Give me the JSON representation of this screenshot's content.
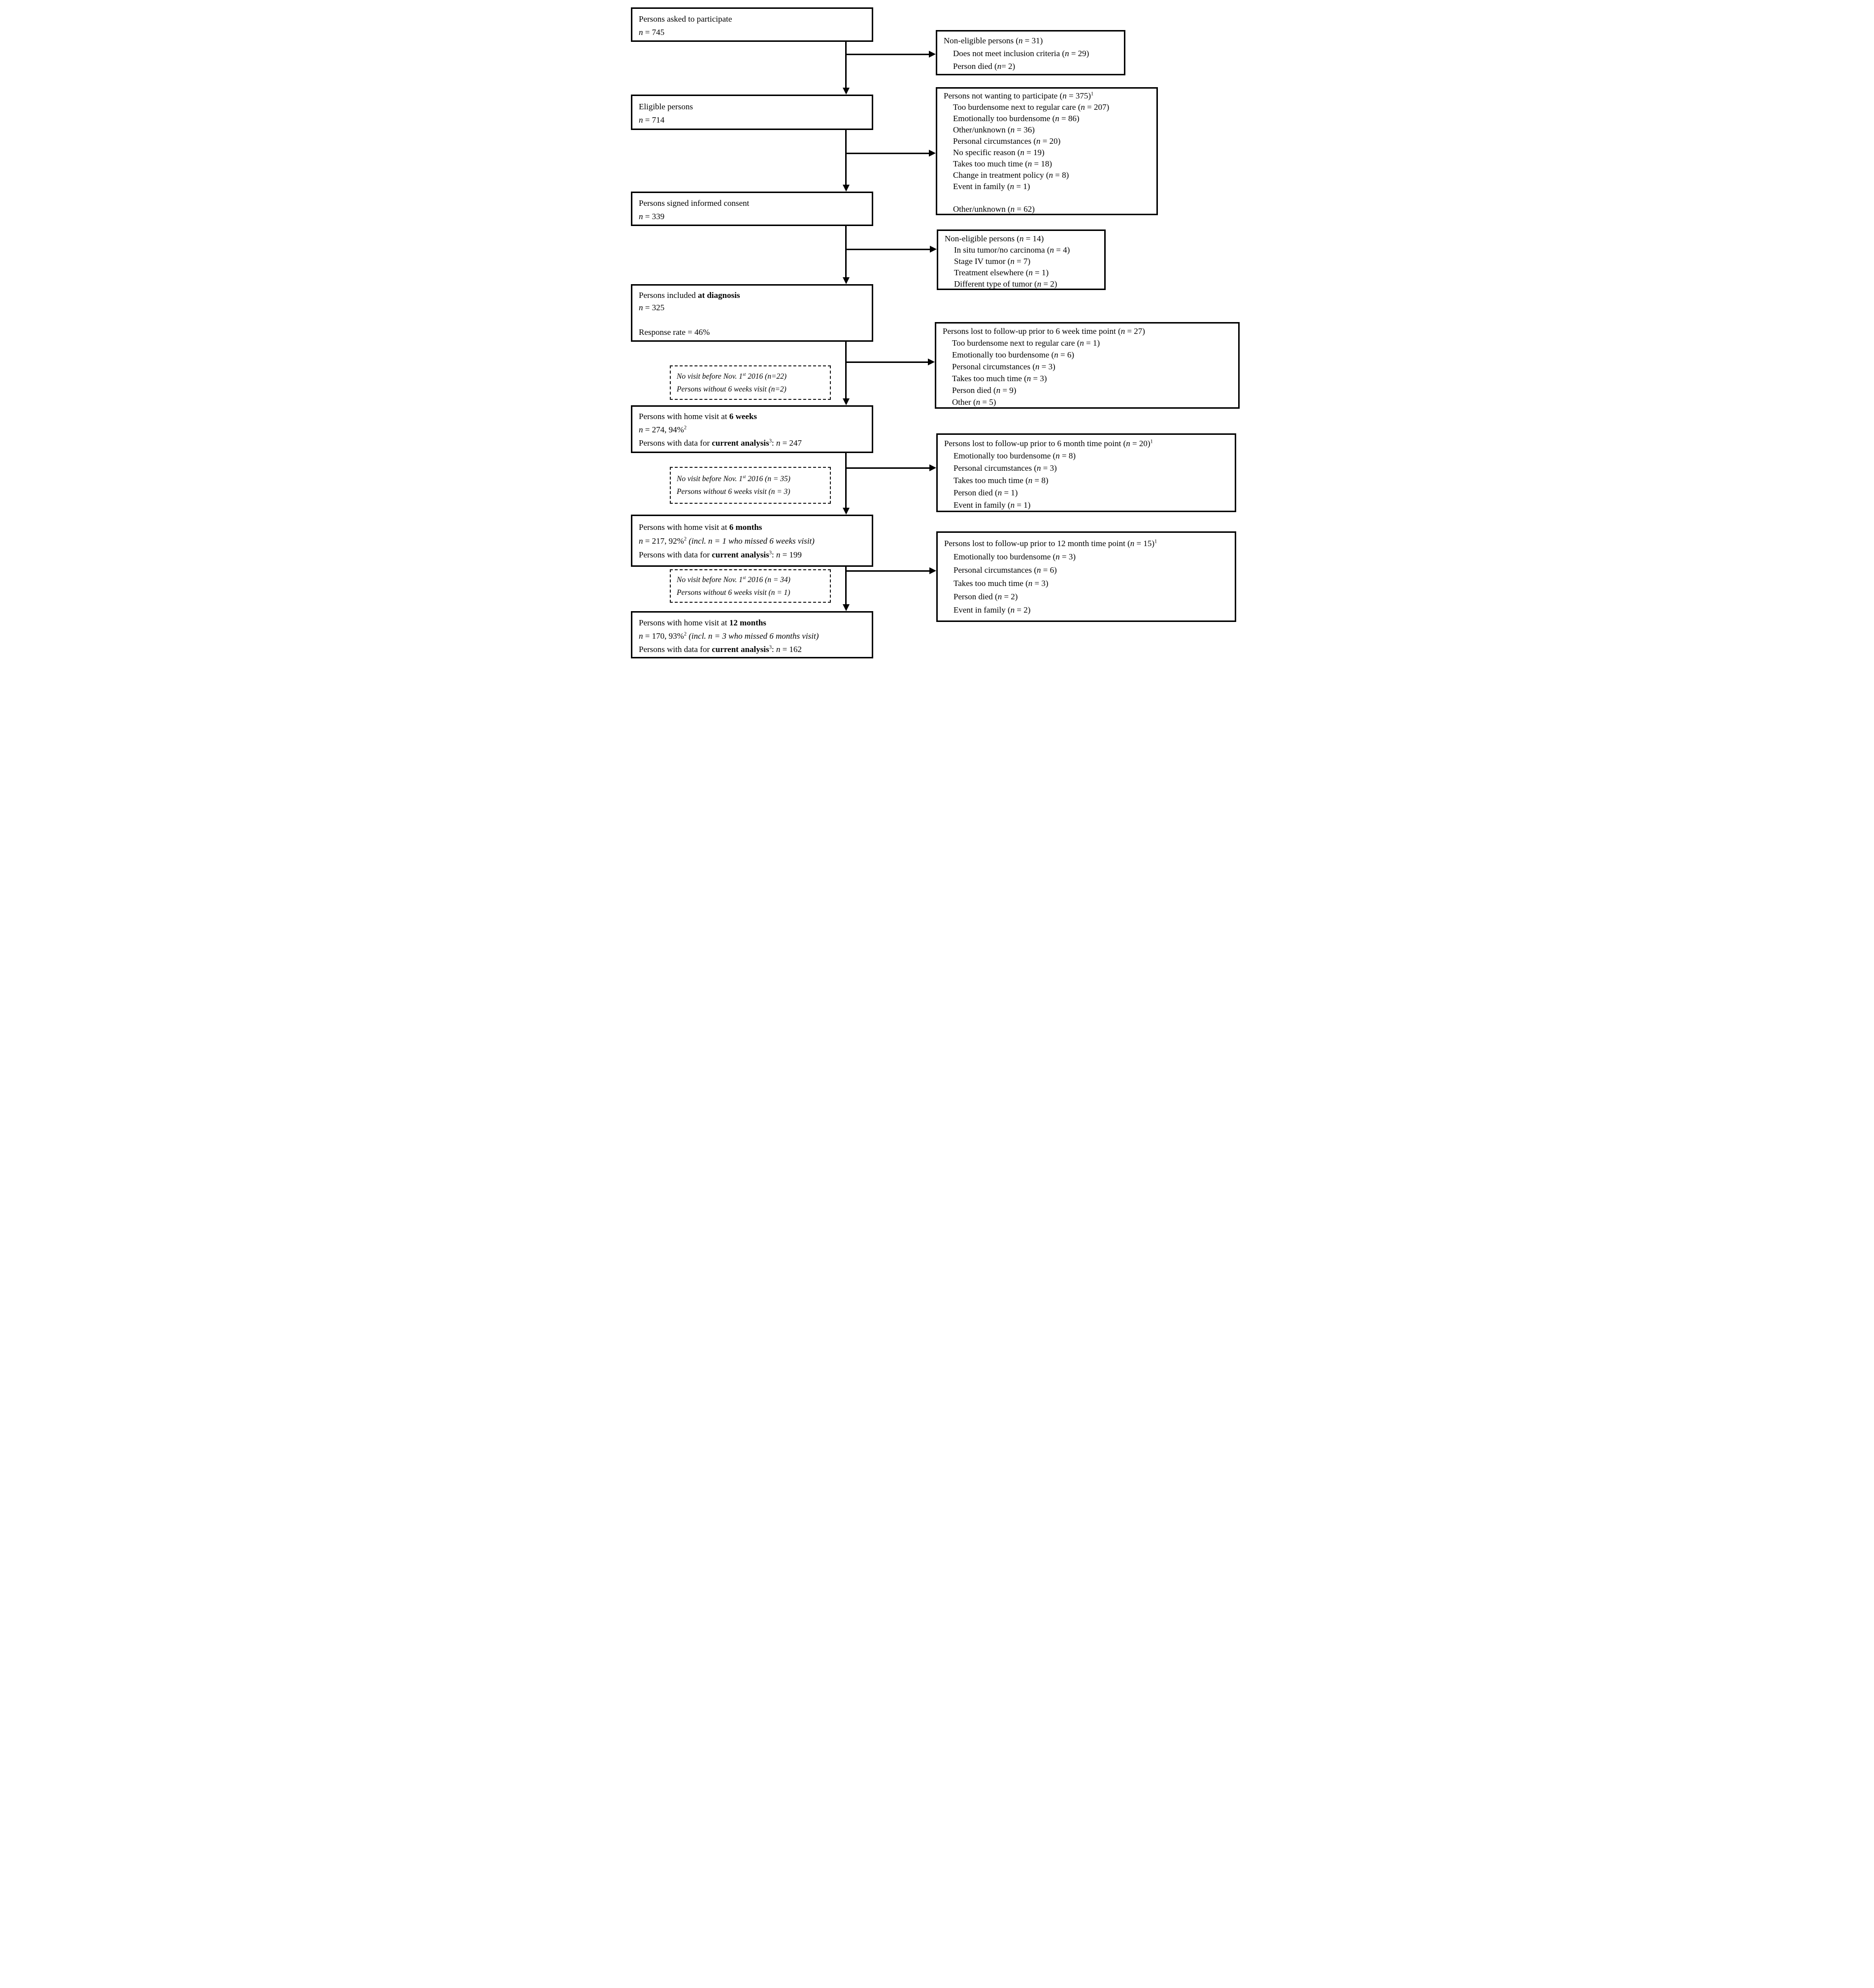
{
  "figure": {
    "type": "participant-flow-diagram",
    "colors": {
      "background": "#ffffff",
      "box_border": "#000000",
      "text": "#000000",
      "note_border": "#1a1a1a"
    }
  },
  "boxes": {
    "asked": {
      "lines": [
        [
          {
            "t": "Persons asked to participate"
          }
        ],
        [
          {
            "t": "n",
            "i": 1
          },
          {
            "t": " = 745"
          }
        ]
      ]
    },
    "eligible": {
      "lines": [
        [
          {
            "t": "Eligible persons"
          }
        ],
        [
          {
            "t": "n",
            "i": 1
          },
          {
            "t": " = 714"
          }
        ]
      ]
    },
    "consent": {
      "lines": [
        [
          {
            "t": "Persons signed informed consent"
          }
        ],
        [
          {
            "t": "n",
            "i": 1
          },
          {
            "t": " = 339"
          }
        ]
      ]
    },
    "diagnosis": {
      "lines": [
        [
          {
            "t": "Persons included "
          },
          {
            "t": "at diagnosis",
            "b": 1
          }
        ],
        [
          {
            "t": "n",
            "i": 1
          },
          {
            "t": " = 325"
          }
        ],
        [],
        [
          {
            "t": "Response rate = 46%"
          }
        ]
      ]
    },
    "visit6w": {
      "lines": [
        [
          {
            "t": "Persons with home visit at "
          },
          {
            "t": "6 weeks",
            "b": 1
          }
        ],
        [
          {
            "t": "n",
            "i": 1
          },
          {
            "t": " = 274, 94%"
          },
          {
            "t": "2",
            "sup": 1
          }
        ],
        [
          {
            "t": "Persons with data for "
          },
          {
            "t": "current analysis",
            "b": 1
          },
          {
            "t": "3",
            "sup": 1
          },
          {
            "t": ": "
          },
          {
            "t": "n",
            "i": 1
          },
          {
            "t": " = 247"
          }
        ]
      ]
    },
    "visit6m": {
      "lines": [
        [
          {
            "t": "Persons with home visit at "
          },
          {
            "t": "6 months",
            "b": 1
          }
        ],
        [
          {
            "t": "n",
            "i": 1
          },
          {
            "t": " = 217, 92%"
          },
          {
            "t": "2",
            "sup": 1
          },
          {
            "t": " "
          },
          {
            "t": "(incl. ",
            "i": 1
          },
          {
            "t": "n",
            "i": 1
          },
          {
            "t": " = 1 who missed 6 weeks visit)",
            "i": 1
          }
        ],
        [
          {
            "t": "Persons with data for "
          },
          {
            "t": "current analysis",
            "b": 1
          },
          {
            "t": "3",
            "sup": 1
          },
          {
            "t": ": "
          },
          {
            "t": "n",
            "i": 1
          },
          {
            "t": " = 199"
          }
        ]
      ]
    },
    "visit12m": {
      "lines": [
        [
          {
            "t": "Persons with home visit at "
          },
          {
            "t": "12 months",
            "b": 1
          }
        ],
        [
          {
            "t": "n",
            "i": 1
          },
          {
            "t": " = 170, 93%"
          },
          {
            "t": "2",
            "sup": 1
          },
          {
            "t": " "
          },
          {
            "t": "(incl. ",
            "i": 1
          },
          {
            "t": "n",
            "i": 1
          },
          {
            "t": " = 3 who missed 6 months visit)",
            "i": 1
          }
        ],
        [
          {
            "t": "Persons with data for "
          },
          {
            "t": "current analysis",
            "b": 1
          },
          {
            "t": "3",
            "sup": 1
          },
          {
            "t": ": "
          },
          {
            "t": "n",
            "i": 1
          },
          {
            "t": " = 162"
          }
        ]
      ]
    },
    "note6w": {
      "lines": [
        [
          {
            "t": "No visit before Nov. 1"
          },
          {
            "t": "st",
            "sup": 1
          },
          {
            "t": " 2016 ("
          },
          {
            "t": "n"
          },
          {
            "t": "=22)"
          }
        ],
        [
          {
            "t": "Persons without 6 weeks visit ("
          },
          {
            "t": "n"
          },
          {
            "t": "=2)"
          }
        ]
      ]
    },
    "note6m": {
      "lines": [
        [
          {
            "t": "No visit before Nov. 1"
          },
          {
            "t": "st",
            "sup": 1
          },
          {
            "t": " 2016 ("
          },
          {
            "t": "n"
          },
          {
            "t": " = 35)"
          }
        ],
        [
          {
            "t": "Persons without 6 weeks visit ("
          },
          {
            "t": "n"
          },
          {
            "t": " = 3)"
          }
        ]
      ]
    },
    "note12m": {
      "lines": [
        [
          {
            "t": "No visit before Nov. 1"
          },
          {
            "t": "st",
            "sup": 1
          },
          {
            "t": " 2016 ("
          },
          {
            "t": "n"
          },
          {
            "t": " = 34)"
          }
        ],
        [
          {
            "t": "Persons without 6 weeks visit ("
          },
          {
            "t": "n"
          },
          {
            "t": " = 1)"
          }
        ]
      ]
    },
    "excl31": {
      "lines": [
        [
          {
            "t": "Non-eligible persons ("
          },
          {
            "t": "n",
            "i": 1
          },
          {
            "t": " = 31)"
          }
        ],
        {
          "ind": 1,
          "segs": [
            {
              "t": "Does not meet inclusion criteria ("
            },
            {
              "t": "n",
              "i": 1
            },
            {
              "t": " = 29)"
            }
          ]
        },
        {
          "ind": 1,
          "segs": [
            {
              "t": "Person died ("
            },
            {
              "t": "n",
              "i": 1
            },
            {
              "t": "= 2)"
            }
          ]
        }
      ]
    },
    "excl375": {
      "lines": [
        [
          {
            "t": "Persons not wanting to participate ("
          },
          {
            "t": "n",
            "i": 1
          },
          {
            "t": " = 375)"
          },
          {
            "t": "1",
            "sup": 1
          }
        ],
        {
          "ind": 1,
          "segs": [
            {
              "t": "Too burdensome next to regular care ("
            },
            {
              "t": "n",
              "i": 1
            },
            {
              "t": " = 207)"
            }
          ]
        },
        {
          "ind": 1,
          "segs": [
            {
              "t": "Emotionally too burdensome ("
            },
            {
              "t": "n",
              "i": 1
            },
            {
              "t": " = 86)"
            }
          ]
        },
        {
          "ind": 1,
          "segs": [
            {
              "t": "Other/unknown ("
            },
            {
              "t": "n",
              "i": 1
            },
            {
              "t": " = 36)"
            }
          ]
        },
        {
          "ind": 1,
          "segs": [
            {
              "t": "Personal circumstances ("
            },
            {
              "t": "n",
              "i": 1
            },
            {
              "t": " = 20)"
            }
          ]
        },
        {
          "ind": 1,
          "segs": [
            {
              "t": "No specific reason ("
            },
            {
              "t": "n",
              "i": 1
            },
            {
              "t": " = 19)"
            }
          ]
        },
        {
          "ind": 1,
          "segs": [
            {
              "t": "Takes too much time ("
            },
            {
              "t": "n",
              "i": 1
            },
            {
              "t": " = 18)"
            }
          ]
        },
        {
          "ind": 1,
          "segs": [
            {
              "t": "Change in treatment policy ("
            },
            {
              "t": "n",
              "i": 1
            },
            {
              "t": " = 8)"
            }
          ]
        },
        {
          "ind": 1,
          "segs": [
            {
              "t": "Event in family ("
            },
            {
              "t": "n",
              "i": 1
            },
            {
              "t": " = 1)"
            }
          ]
        },
        [],
        {
          "ind": 1,
          "segs": [
            {
              "t": "Other/unknown ("
            },
            {
              "t": "n",
              "i": 1
            },
            {
              "t": " = 62)"
            }
          ]
        }
      ]
    },
    "excl14": {
      "lines": [
        [
          {
            "t": "Non-eligible persons ("
          },
          {
            "t": "n",
            "i": 1
          },
          {
            "t": " = 14)"
          }
        ],
        {
          "ind": 1,
          "segs": [
            {
              "t": "In situ tumor/no carcinoma ("
            },
            {
              "t": "n",
              "i": 1
            },
            {
              "t": " = 4)"
            }
          ]
        },
        {
          "ind": 1,
          "segs": [
            {
              "t": "Stage IV tumor ("
            },
            {
              "t": "n",
              "i": 1
            },
            {
              "t": " = 7)"
            }
          ]
        },
        {
          "ind": 1,
          "segs": [
            {
              "t": "Treatment elsewhere ("
            },
            {
              "t": "n",
              "i": 1
            },
            {
              "t": " = 1)"
            }
          ]
        },
        {
          "ind": 1,
          "segs": [
            {
              "t": "Different type of tumor ("
            },
            {
              "t": "n",
              "i": 1
            },
            {
              "t": " = 2)"
            }
          ]
        }
      ]
    },
    "lost6w": {
      "lines": [
        [
          {
            "t": "Persons lost to follow-up prior to 6 week time point ("
          },
          {
            "t": "n",
            "i": 1
          },
          {
            "t": " = 27)"
          }
        ],
        {
          "ind": 1,
          "segs": [
            {
              "t": "Too burdensome next to regular care ("
            },
            {
              "t": "n",
              "i": 1
            },
            {
              "t": " = 1)"
            }
          ]
        },
        {
          "ind": 1,
          "segs": [
            {
              "t": "Emotionally too burdensome ("
            },
            {
              "t": "n",
              "i": 1
            },
            {
              "t": " = 6)"
            }
          ]
        },
        {
          "ind": 1,
          "segs": [
            {
              "t": "Personal circumstances ("
            },
            {
              "t": "n",
              "i": 1
            },
            {
              "t": " = 3)"
            }
          ]
        },
        {
          "ind": 1,
          "segs": [
            {
              "t": "Takes too much time ("
            },
            {
              "t": "n",
              "i": 1
            },
            {
              "t": " = 3)"
            }
          ]
        },
        {
          "ind": 1,
          "segs": [
            {
              "t": "Person died ("
            },
            {
              "t": "n",
              "i": 1
            },
            {
              "t": " = 9)"
            }
          ]
        },
        {
          "ind": 1,
          "segs": [
            {
              "t": "Other ("
            },
            {
              "t": "n",
              "i": 1
            },
            {
              "t": " = 5)"
            }
          ]
        }
      ]
    },
    "lost6m": {
      "lines": [
        [
          {
            "t": "Persons lost to follow-up prior to 6 month time point ("
          },
          {
            "t": "n",
            "i": 1
          },
          {
            "t": " = 20)"
          },
          {
            "t": "1",
            "sup": 1
          }
        ],
        {
          "ind": 1,
          "segs": [
            {
              "t": "Emotionally too burdensome ("
            },
            {
              "t": "n",
              "i": 1
            },
            {
              "t": " = 8)"
            }
          ]
        },
        {
          "ind": 1,
          "segs": [
            {
              "t": "Personal circumstances ("
            },
            {
              "t": "n",
              "i": 1
            },
            {
              "t": " = 3)"
            }
          ]
        },
        {
          "ind": 1,
          "segs": [
            {
              "t": "Takes too much time ("
            },
            {
              "t": "n",
              "i": 1
            },
            {
              "t": " = 8)"
            }
          ]
        },
        {
          "ind": 1,
          "segs": [
            {
              "t": "Person died ("
            },
            {
              "t": "n",
              "i": 1
            },
            {
              "t": " = 1)"
            }
          ]
        },
        {
          "ind": 1,
          "segs": [
            {
              "t": "Event in family ("
            },
            {
              "t": "n",
              "i": 1
            },
            {
              "t": " = 1)"
            }
          ]
        }
      ]
    },
    "lost12m": {
      "lines": [
        [
          {
            "t": "Persons lost to follow-up prior to 12 month time point ("
          },
          {
            "t": "n",
            "i": 1
          },
          {
            "t": " = 15)"
          },
          {
            "t": "1",
            "sup": 1
          }
        ],
        {
          "ind": 1,
          "segs": [
            {
              "t": "Emotionally too burdensome ("
            },
            {
              "t": "n",
              "i": 1
            },
            {
              "t": " = 3)"
            }
          ]
        },
        {
          "ind": 1,
          "segs": [
            {
              "t": "Personal circumstances ("
            },
            {
              "t": "n",
              "i": 1
            },
            {
              "t": " = 6)"
            }
          ]
        },
        {
          "ind": 1,
          "segs": [
            {
              "t": "Takes too much time ("
            },
            {
              "t": "n",
              "i": 1
            },
            {
              "t": " = 3)"
            }
          ]
        },
        {
          "ind": 1,
          "segs": [
            {
              "t": "Person died ("
            },
            {
              "t": "n",
              "i": 1
            },
            {
              "t": " = 2)"
            }
          ]
        },
        {
          "ind": 1,
          "segs": [
            {
              "t": "Event in family ("
            },
            {
              "t": "n",
              "i": 1
            },
            {
              "t": " = 2)"
            }
          ]
        }
      ]
    }
  }
}
